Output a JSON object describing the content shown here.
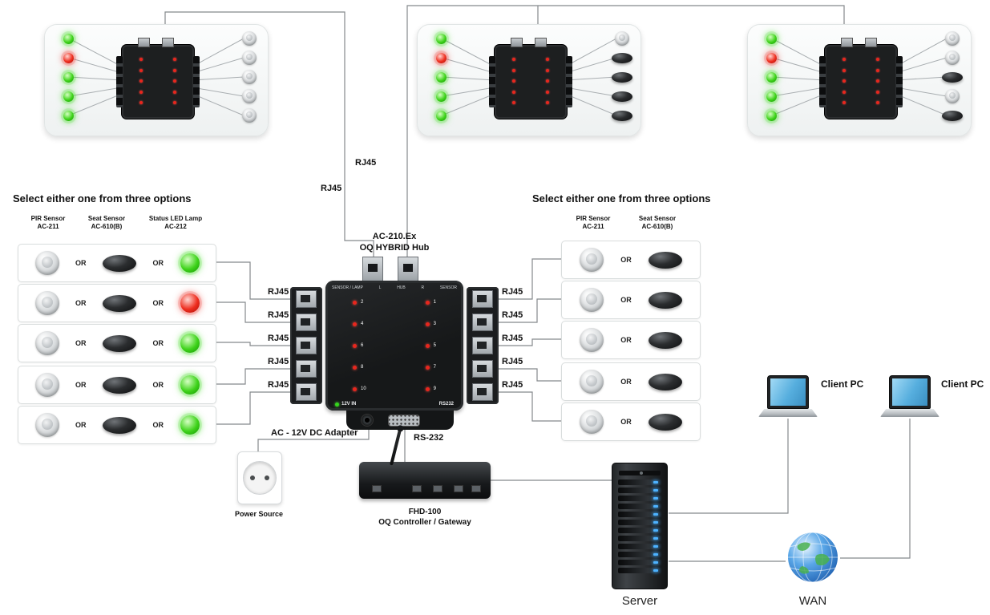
{
  "top_labels": [
    "RJ45",
    "RJ45"
  ],
  "panels": [
    {
      "leds": [
        "green",
        "red",
        "green",
        "green",
        "green"
      ],
      "sensors": [
        "dome",
        "dome",
        "dome",
        "dome",
        "dome"
      ]
    },
    {
      "leds": [
        "green",
        "red",
        "green",
        "green",
        "green"
      ],
      "sensors": [
        "dome",
        "seat",
        "seat",
        "seat",
        "seat"
      ]
    },
    {
      "leds": [
        "green",
        "red",
        "green",
        "green",
        "green"
      ],
      "sensors": [
        "dome",
        "dome",
        "seat",
        "dome",
        "seat"
      ]
    }
  ],
  "left_section": {
    "title": "Select either one from three options",
    "headers": [
      {
        "l1": "PIR Sensor",
        "l2": "AC-211"
      },
      {
        "l1": "Seat Sensor",
        "l2": "AC-610(B)"
      },
      {
        "l1": "Status LED Lamp",
        "l2": "AC-212"
      }
    ],
    "or_label": "OR",
    "rows": [
      {
        "lamp": "green"
      },
      {
        "lamp": "red"
      },
      {
        "lamp": "green"
      },
      {
        "lamp": "green"
      },
      {
        "lamp": "green"
      }
    ],
    "rj45_labels": [
      "RJ45",
      "RJ45",
      "RJ45",
      "RJ45",
      "RJ45"
    ]
  },
  "right_section": {
    "title": "Select either one from three options",
    "headers": [
      {
        "l1": "PIR Sensor",
        "l2": "AC-211"
      },
      {
        "l1": "Seat Sensor",
        "l2": "AC-610(B)"
      }
    ],
    "or_label": "OR",
    "rj45_labels": [
      "RJ45",
      "RJ45",
      "RJ45",
      "RJ45",
      "RJ45"
    ]
  },
  "hub": {
    "title_line1": "AC-210.Ex",
    "title_line2": "OQ HYBRID Hub",
    "strip_labels": [
      "SENSOR / LAMP",
      "L",
      "HUB",
      "R",
      "SENSOR"
    ],
    "left_channels": [
      "2",
      "4",
      "6",
      "8",
      "10"
    ],
    "right_channels": [
      "1",
      "3",
      "5",
      "7",
      "9"
    ],
    "power_label": "12V IN",
    "serial_label": "RS232"
  },
  "bottom": {
    "adapter_label": "AC - 12V DC Adapter",
    "rs232_label": "RS-232",
    "power_source_label": "Power Source",
    "fhd_line1": "FHD-100",
    "fhd_line2": "OQ Controller / Gateway",
    "server_label": "Server",
    "wan_label": "WAN",
    "client_pc_labels": [
      "Client PC",
      "Client PC"
    ]
  },
  "colors": {
    "led_green": "#2dc214",
    "led_red": "#e8211a",
    "wire": "#85898c",
    "screen_blue": "#56aede"
  }
}
